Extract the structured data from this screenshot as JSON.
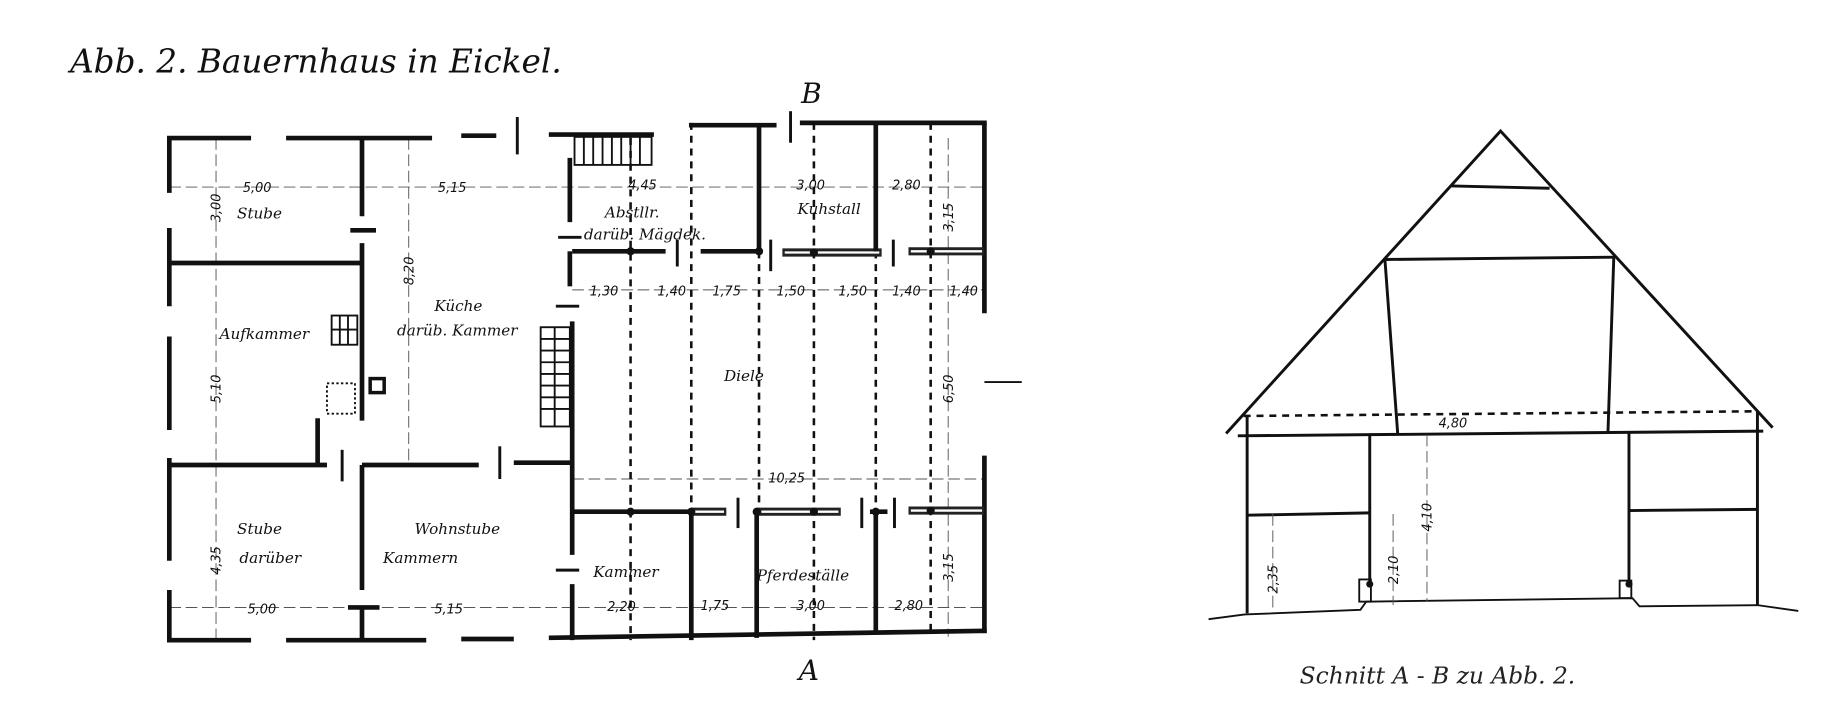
{
  "title": "Abb. 2. Bauernhaus in Eickel.",
  "section_caption": "Schnitt A - B zu Abb. 2.",
  "section_markers": {
    "top": "B",
    "bottom": "A"
  },
  "plan": {
    "rooms": {
      "stube_top": "Stube",
      "abstellraum": "Abstllr.",
      "maegdekammer": "darüb. Mägdek.",
      "kuhstall": "Kuhstall",
      "kueche": "Küche",
      "kueche_sub": "darüb. Kammer",
      "aufkammer": "Aufkammer",
      "diele": "Diele",
      "stube_bottom": "Stube",
      "stube_bottom_sub": "darüber",
      "wohnstube": "Wohnstube",
      "wohnstube_sub": "Kammern",
      "kammer": "Kammer",
      "pferdestaelle": "Pferdeställe"
    },
    "dimensions_top": [
      "5,00",
      "5,15",
      "4,45",
      "3,00",
      "2,80"
    ],
    "dimensions_mid": [
      "1,30",
      "1,40",
      "1,75",
      "1,50",
      "1,50",
      "1,40",
      "1,40"
    ],
    "dimensions_bottom": [
      "5,00",
      "5,15",
      "2,20",
      "1,75",
      "3,00",
      "2,80"
    ],
    "dimensions_vertical": {
      "left_top": "3,00",
      "left_mid": "5,10",
      "left_bottom": "4,35",
      "kitchen": "8,20",
      "right_top": "3,15",
      "right_mid": "6,50",
      "right_bottom": "3,15"
    },
    "dimension_length": "10,25"
  },
  "section": {
    "span": "4,80",
    "heights": {
      "side_room": "2,35",
      "door": "2,10",
      "diele": "4,10"
    }
  }
}
